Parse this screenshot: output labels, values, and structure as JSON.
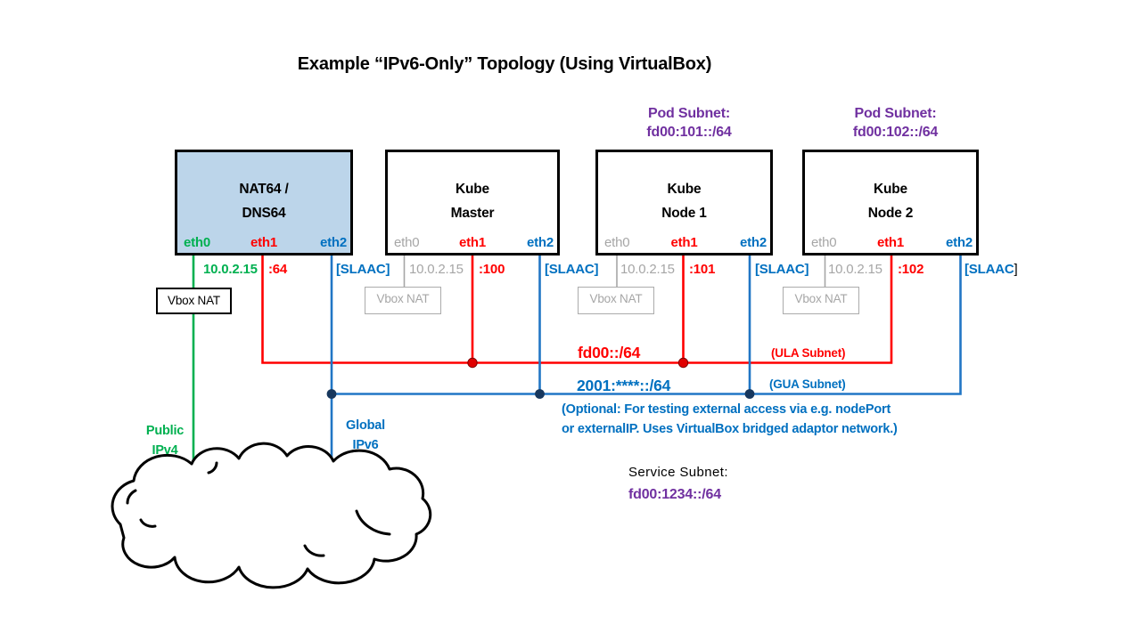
{
  "title": "Example “IPv6-Only” Topology (Using VirtualBox)",
  "colors": {
    "green": "#00B050",
    "red": "#FF0000",
    "blue": "#0070C0",
    "blue_line": "#2176C5",
    "junction_dot_blue": "#17375D",
    "purple": "#7030A0",
    "gray": "#A6A6A6",
    "nat64_fill": "#BCD5EA"
  },
  "boxes": [
    {
      "id": "nat64",
      "line1": "NAT64 /",
      "line2": "DNS64",
      "eth0": "eth0",
      "eth1": "eth1",
      "eth2": "eth2"
    },
    {
      "id": "kube-master",
      "line1": "Kube",
      "line2": "Master",
      "eth0": "eth0",
      "eth1": "eth1",
      "eth2": "eth2"
    },
    {
      "id": "kube-node-1",
      "line1": "Kube",
      "line2": "Node 1",
      "eth0": "eth0",
      "eth1": "eth1",
      "eth2": "eth2"
    },
    {
      "id": "kube-node-2",
      "line1": "Kube",
      "line2": "Node 2",
      "eth0": "eth0",
      "eth1": "eth1",
      "eth2": "eth2"
    }
  ],
  "pod_subnets": [
    {
      "line1": "Pod Subnet:",
      "line2": "fd00:101::/64"
    },
    {
      "line1": "Pod Subnet:",
      "line2": "fd00:102::/64"
    }
  ],
  "interface_labels": [
    {
      "ip": "10.0.2.15",
      "ula": ":64",
      "gua": "[SLAAC]"
    },
    {
      "ip": "10.0.2.15",
      "ula": ":100",
      "gua": "[SLAAC]"
    },
    {
      "ip": "10.0.2.15",
      "ula": ":101",
      "gua": "[SLAAC]"
    },
    {
      "ip": "10.0.2.15",
      "ula": ":102",
      "gua": "[SLAAC",
      "gua_suffix": "]"
    }
  ],
  "vbox_nat_labels": [
    "Vbox NAT",
    "Vbox NAT",
    "Vbox NAT",
    "Vbox NAT"
  ],
  "ula_subnet": {
    "label": "fd00::/64",
    "note": "(ULA Subnet)"
  },
  "gua_subnet": {
    "label": "2001:****::/64",
    "note": "(GUA Subnet)",
    "optional1": "(Optional: For testing external access via e.g. nodePort",
    "optional2": "or externalIP. Uses VirtualBox bridged adaptor network.)"
  },
  "service_subnet": {
    "line1": "Service Subnet:",
    "line2": "fd00:1234::/64"
  },
  "cloud_labels": {
    "public_line1": "Public",
    "public_line2": "IPv4",
    "global_line1": "Global",
    "global_line2": "IPv6"
  }
}
